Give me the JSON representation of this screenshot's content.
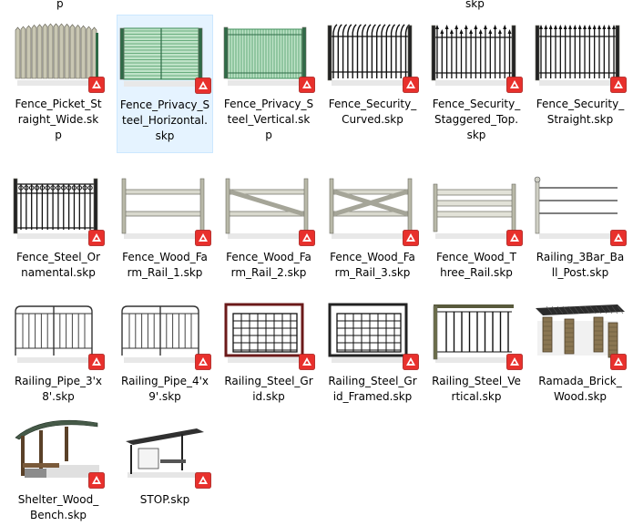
{
  "explorer": {
    "partial_labels": [
      "p",
      "skp"
    ],
    "files": [
      {
        "name": "Fence_Picket_Straight_Wide.skp",
        "lines": [
          "Fence_Picket_St",
          "raight_Wide.sk",
          "p"
        ],
        "thumb": "picket-fence",
        "selected": false
      },
      {
        "name": "Fence_Privacy_Steel_Horizontal.skp",
        "lines": [
          "Fence_Privacy_S",
          "teel_Horizontal.",
          "skp"
        ],
        "thumb": "privacy-horizontal",
        "selected": true
      },
      {
        "name": "Fence_Privacy_Steel_Vertical.skp",
        "lines": [
          "Fence_Privacy_S",
          "teel_Vertical.sk",
          "p"
        ],
        "thumb": "privacy-vertical",
        "selected": false
      },
      {
        "name": "Fence_Security_Curved.skp",
        "lines": [
          "Fence_Security_",
          "Curved.skp"
        ],
        "thumb": "security-curved",
        "selected": false
      },
      {
        "name": "Fence_Security_Staggered_Top.skp",
        "lines": [
          "Fence_Security_",
          "Staggered_Top.",
          "skp"
        ],
        "thumb": "security-staggered",
        "selected": false
      },
      {
        "name": "Fence_Security_Straight.skp",
        "lines": [
          "Fence_Security_",
          "Straight.skp"
        ],
        "thumb": "security-straight",
        "selected": false
      },
      {
        "name": "Fence_Steel_Ornamental.skp",
        "lines": [
          "Fence_Steel_Or",
          "namental.skp"
        ],
        "thumb": "steel-ornamental",
        "selected": false
      },
      {
        "name": "Fence_Wood_Farm_Rail_1.skp",
        "lines": [
          "Fence_Wood_Fa",
          "rm_Rail_1.skp"
        ],
        "thumb": "farm-rail-1",
        "selected": false
      },
      {
        "name": "Fence_Wood_Farm_Rail_2.skp",
        "lines": [
          "Fence_Wood_Fa",
          "rm_Rail_2.skp"
        ],
        "thumb": "farm-rail-2",
        "selected": false
      },
      {
        "name": "Fence_Wood_Farm_Rail_3.skp",
        "lines": [
          "Fence_Wood_Fa",
          "rm_Rail_3.skp"
        ],
        "thumb": "farm-rail-3",
        "selected": false
      },
      {
        "name": "Fence_Wood_Three_Rail.skp",
        "lines": [
          "Fence_Wood_T",
          "hree_Rail.skp"
        ],
        "thumb": "three-rail",
        "selected": false
      },
      {
        "name": "Railing_3Bar_Ball_Post.skp",
        "lines": [
          "Railing_3Bar_Ba",
          "ll_Post.skp"
        ],
        "thumb": "railing-3bar",
        "selected": false
      },
      {
        "name": "Railing_Pipe_3'x8'.skp",
        "lines": [
          "Railing_Pipe_3'x",
          "8'.skp"
        ],
        "thumb": "railing-pipe",
        "selected": false
      },
      {
        "name": "Railing_Pipe_4'x9'.skp",
        "lines": [
          "Railing_Pipe_4'x",
          "9'.skp"
        ],
        "thumb": "railing-pipe",
        "selected": false
      },
      {
        "name": "Railing_Steel_Grid.skp",
        "lines": [
          "Railing_Steel_Gr",
          "id.skp"
        ],
        "thumb": "railing-grid",
        "selected": false
      },
      {
        "name": "Railing_Steel_Grid_Framed.skp",
        "lines": [
          "Railing_Steel_Gr",
          "id_Framed.skp"
        ],
        "thumb": "railing-grid-framed",
        "selected": false
      },
      {
        "name": "Railing_Steel_Vertical.skp",
        "lines": [
          "Railing_Steel_Ve",
          "rtical.skp"
        ],
        "thumb": "railing-vertical",
        "selected": false
      },
      {
        "name": "Ramada_Brick_Wood.skp",
        "lines": [
          "Ramada_Brick_",
          "Wood.skp"
        ],
        "thumb": "ramada",
        "selected": false
      },
      {
        "name": "Shelter_Wood_Bench.skp",
        "lines": [
          "Shelter_Wood_",
          "Bench.skp"
        ],
        "thumb": "shelter",
        "selected": false
      },
      {
        "name": "STOP.skp",
        "lines": [
          "STOP.skp"
        ],
        "thumb": "bus-stop",
        "selected": false
      }
    ]
  }
}
